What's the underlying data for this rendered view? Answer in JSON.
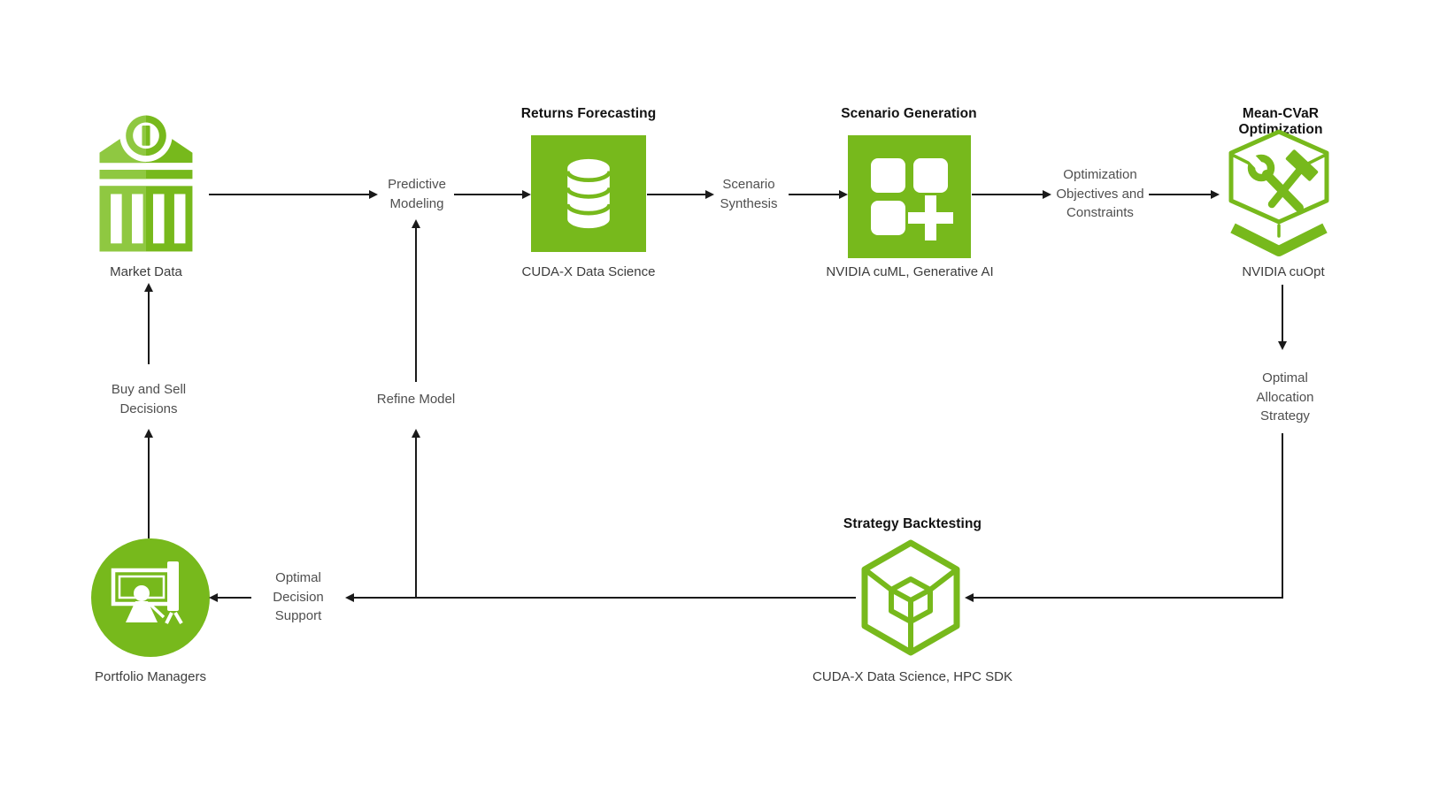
{
  "colors": {
    "green": "#77B91C",
    "green_light": "#8FC841",
    "line": "#1A1A1A",
    "title_text": "#121212",
    "caption_text": "#3C3C3C",
    "label_text": "#4F4F4F",
    "background": "#FFFFFF"
  },
  "nodes": {
    "market_data": {
      "label": "Market Data"
    },
    "returns_forecasting": {
      "title": "Returns Forecasting",
      "caption": "CUDA-X Data Science"
    },
    "scenario_generation": {
      "title": "Scenario Generation",
      "caption": "NVIDIA cuML, Generative AI"
    },
    "mean_cvar_optimization": {
      "title": "Mean-CVaR Optimization",
      "caption": "NVIDIA cuOpt"
    },
    "strategy_backtesting": {
      "title": "Strategy Backtesting",
      "caption": "CUDA-X Data Science, HPC SDK"
    },
    "portfolio_managers": {
      "label": "Portfolio Managers"
    }
  },
  "edge_labels": {
    "predictive_modeling": "Predictive\nModeling",
    "scenario_synthesis": "Scenario\nSynthesis",
    "optimization_objectives_constraints": "Optimization\nObjectives and\nConstraints",
    "optimal_allocation_strategy": "Optimal\nAllocation\nStrategy",
    "buy_and_sell_decisions": "Buy and Sell\nDecisions",
    "refine_model": "Refine Model",
    "optimal_decision_support": "Optimal\nDecision\nSupport"
  }
}
